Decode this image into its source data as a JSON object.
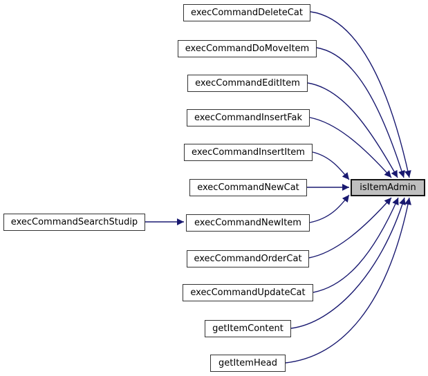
{
  "diagram": {
    "type": "call-graph",
    "description": "Doxygen caller graph: functions that call isItemAdmin",
    "colors": {
      "background": "#ffffff",
      "edge": "#191970",
      "node_fill": "#ffffff",
      "node_border": "#323232",
      "target_fill": "#bfbfbf",
      "target_border": "#141414",
      "text": "#000000"
    },
    "target_node": "isItemAdmin",
    "nodes": [
      {
        "id": "execCommandDeleteCat",
        "label": "execCommandDeleteCat"
      },
      {
        "id": "execCommandDoMoveItem",
        "label": "execCommandDoMoveItem"
      },
      {
        "id": "execCommandEditItem",
        "label": "execCommandEditItem"
      },
      {
        "id": "execCommandInsertFak",
        "label": "execCommandInsertFak"
      },
      {
        "id": "execCommandInsertItem",
        "label": "execCommandInsertItem"
      },
      {
        "id": "execCommandNewCat",
        "label": "execCommandNewCat"
      },
      {
        "id": "execCommandNewItem",
        "label": "execCommandNewItem"
      },
      {
        "id": "execCommandOrderCat",
        "label": "execCommandOrderCat"
      },
      {
        "id": "execCommandUpdateCat",
        "label": "execCommandUpdateCat"
      },
      {
        "id": "getItemContent",
        "label": "getItemContent"
      },
      {
        "id": "getItemHead",
        "label": "getItemHead"
      },
      {
        "id": "execCommandSearchStudip",
        "label": "execCommandSearchStudip"
      },
      {
        "id": "isItemAdmin",
        "label": "isItemAdmin"
      }
    ],
    "edges": [
      {
        "from": "execCommandDeleteCat",
        "to": "isItemAdmin"
      },
      {
        "from": "execCommandDoMoveItem",
        "to": "isItemAdmin"
      },
      {
        "from": "execCommandEditItem",
        "to": "isItemAdmin"
      },
      {
        "from": "execCommandInsertFak",
        "to": "isItemAdmin"
      },
      {
        "from": "execCommandInsertItem",
        "to": "isItemAdmin"
      },
      {
        "from": "execCommandNewCat",
        "to": "isItemAdmin"
      },
      {
        "from": "execCommandNewItem",
        "to": "isItemAdmin"
      },
      {
        "from": "execCommandOrderCat",
        "to": "isItemAdmin"
      },
      {
        "from": "execCommandUpdateCat",
        "to": "isItemAdmin"
      },
      {
        "from": "getItemContent",
        "to": "isItemAdmin"
      },
      {
        "from": "getItemHead",
        "to": "isItemAdmin"
      },
      {
        "from": "execCommandSearchStudip",
        "to": "execCommandNewItem"
      }
    ]
  }
}
